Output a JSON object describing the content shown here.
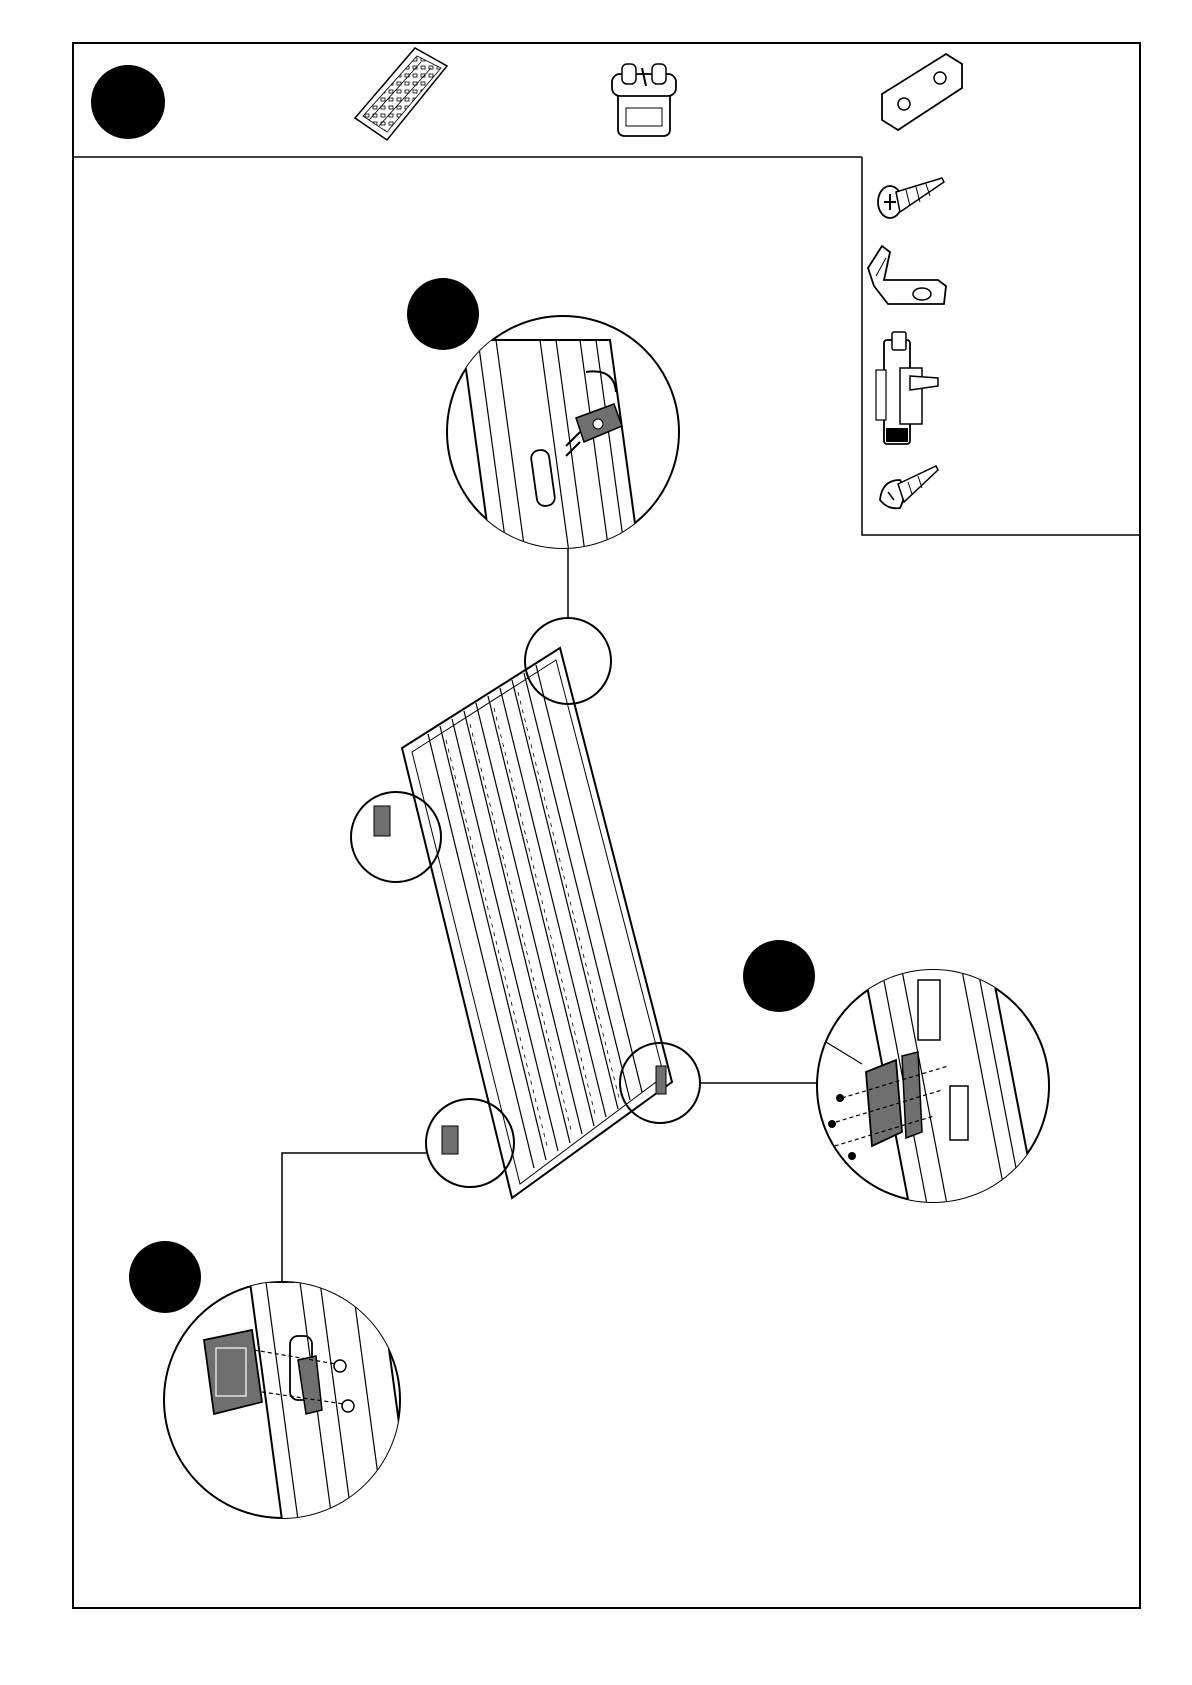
{
  "document": {
    "type": "assembly-instruction-step",
    "step_marker": {
      "shape": "filled-circle",
      "color": "#000000"
    },
    "detail_markers": {
      "shape": "filled-circle",
      "color": "#000000"
    },
    "parts_strip": [
      {
        "icon": "panel-icon"
      },
      {
        "icon": "hinge-icon"
      },
      {
        "icon": "flat-plate-icon"
      }
    ],
    "parts_column": [
      {
        "icon": "countersunk-screw-icon"
      },
      {
        "icon": "l-bracket-icon"
      },
      {
        "icon": "latch-icon"
      },
      {
        "icon": "pan-head-screw-icon"
      }
    ],
    "main_illustration": "ribbed-panel-icon",
    "colors": {
      "line": "#000000",
      "paper": "#ffffff",
      "part-shade": "#6f6f6f"
    }
  }
}
